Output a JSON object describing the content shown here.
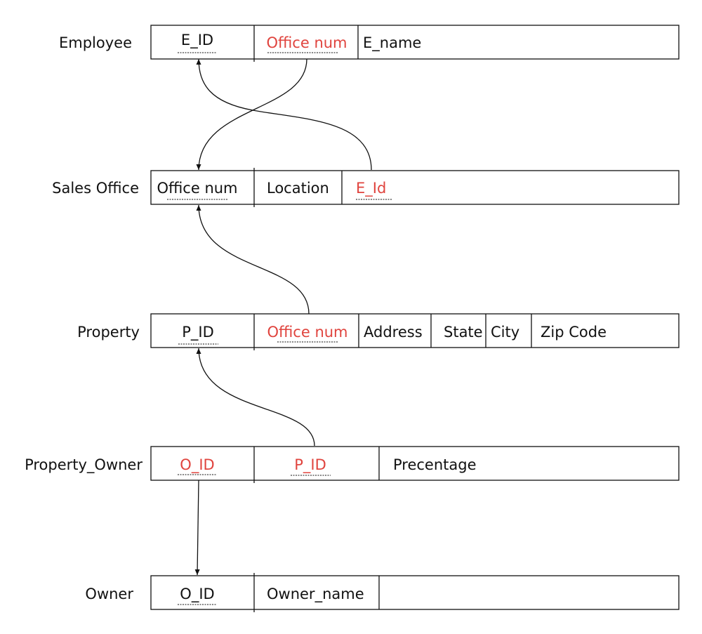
{
  "colors": {
    "text": "#111111",
    "foreign_key": "#e0443e",
    "line": "#111111",
    "background": "#ffffff"
  },
  "tables": [
    {
      "id": "employee",
      "name": "Employee",
      "fields": [
        {
          "name": "E_ID",
          "primary_key": true,
          "foreign_key": false
        },
        {
          "name": "Office num",
          "primary_key": true,
          "foreign_key": true
        },
        {
          "name": "E_name",
          "primary_key": false,
          "foreign_key": false
        }
      ]
    },
    {
      "id": "sales-office",
      "name": "Sales Office",
      "fields": [
        {
          "name": "Office num",
          "primary_key": true,
          "foreign_key": false
        },
        {
          "name": "Location",
          "primary_key": false,
          "foreign_key": false
        },
        {
          "name": "E_Id",
          "primary_key": true,
          "foreign_key": true
        }
      ]
    },
    {
      "id": "property",
      "name": "Property",
      "fields": [
        {
          "name": "P_ID",
          "primary_key": true,
          "foreign_key": false
        },
        {
          "name": "Office num",
          "primary_key": true,
          "foreign_key": true
        },
        {
          "name": "Address",
          "primary_key": false,
          "foreign_key": false
        },
        {
          "name": "State",
          "primary_key": false,
          "foreign_key": false
        },
        {
          "name": "City",
          "primary_key": false,
          "foreign_key": false
        },
        {
          "name": "Zip Code",
          "primary_key": false,
          "foreign_key": false
        }
      ]
    },
    {
      "id": "property-owner",
      "name": "Property_Owner",
      "fields": [
        {
          "name": "O_ID",
          "primary_key": true,
          "foreign_key": true
        },
        {
          "name": "P_ID",
          "primary_key": true,
          "foreign_key": true
        },
        {
          "name": "Precentage",
          "primary_key": false,
          "foreign_key": false
        }
      ]
    },
    {
      "id": "owner",
      "name": "Owner",
      "fields": [
        {
          "name": "O_ID",
          "primary_key": true,
          "foreign_key": false
        },
        {
          "name": "Owner_name",
          "primary_key": false,
          "foreign_key": false
        }
      ]
    }
  ],
  "relationships": [
    {
      "from": "Employee.Office num",
      "to": "Sales Office.Office num"
    },
    {
      "from": "Sales Office.E_Id",
      "to": "Employee.E_ID"
    },
    {
      "from": "Property.Office num",
      "to": "Sales Office.Office num"
    },
    {
      "from": "Property_Owner.P_ID",
      "to": "Property.P_ID"
    },
    {
      "from": "Property_Owner.O_ID",
      "to": "Owner.O_ID"
    }
  ]
}
